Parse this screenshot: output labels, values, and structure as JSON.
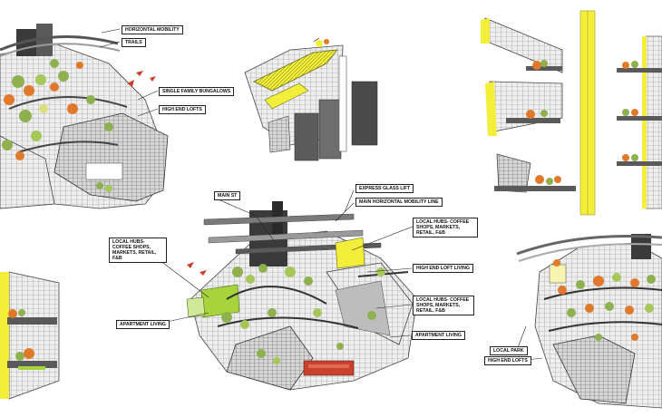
{
  "colors": {
    "accent_yellow": "#f2ee3a",
    "lime_green": "#a6d43a",
    "foliage_green": "#8fb04e",
    "foliage_orange": "#e07a2a",
    "structure_gray": "#6e6e6e",
    "dark_core": "#3a3a3a",
    "red_volume": "#c8402e"
  },
  "labels": {
    "horizontal_mobility": "HORIZONTAL MOBILITY",
    "trails": "TRAILS",
    "single_family_bungalows": "SINGLE FAMILY BUNGALOWS",
    "high_end_lofts": "HIGH END LOFTS",
    "main_st": "MAIN ST",
    "express_glass_lift": "EXPRESS GLASS LIFT",
    "main_horizontal_mobility_line": "MAIN HORIZONTAL MOBILITY LINE",
    "local_hubs_right": "LOCAL HUBS- COFFEE SHOPS, MARKETS, RETAIL, F&B",
    "local_hubs_left": "LOCAL HUBS- COFFEE SHOPS, MARKETS, RETAIL, F&B",
    "high_end_loft_living": "HIGH END LOFT LIVING",
    "local_hubs_lower": "LOCAL HUBS- COFFEE SHOPS, MARKETS, RETAIL, F&B",
    "apartment_living_left": "APARTMENT LIVING",
    "apartment_living_right": "APARTMENT LIVING",
    "local_park": "LOCAL PARK",
    "high_end_lofts_br": "HIGH END LOFTS"
  }
}
